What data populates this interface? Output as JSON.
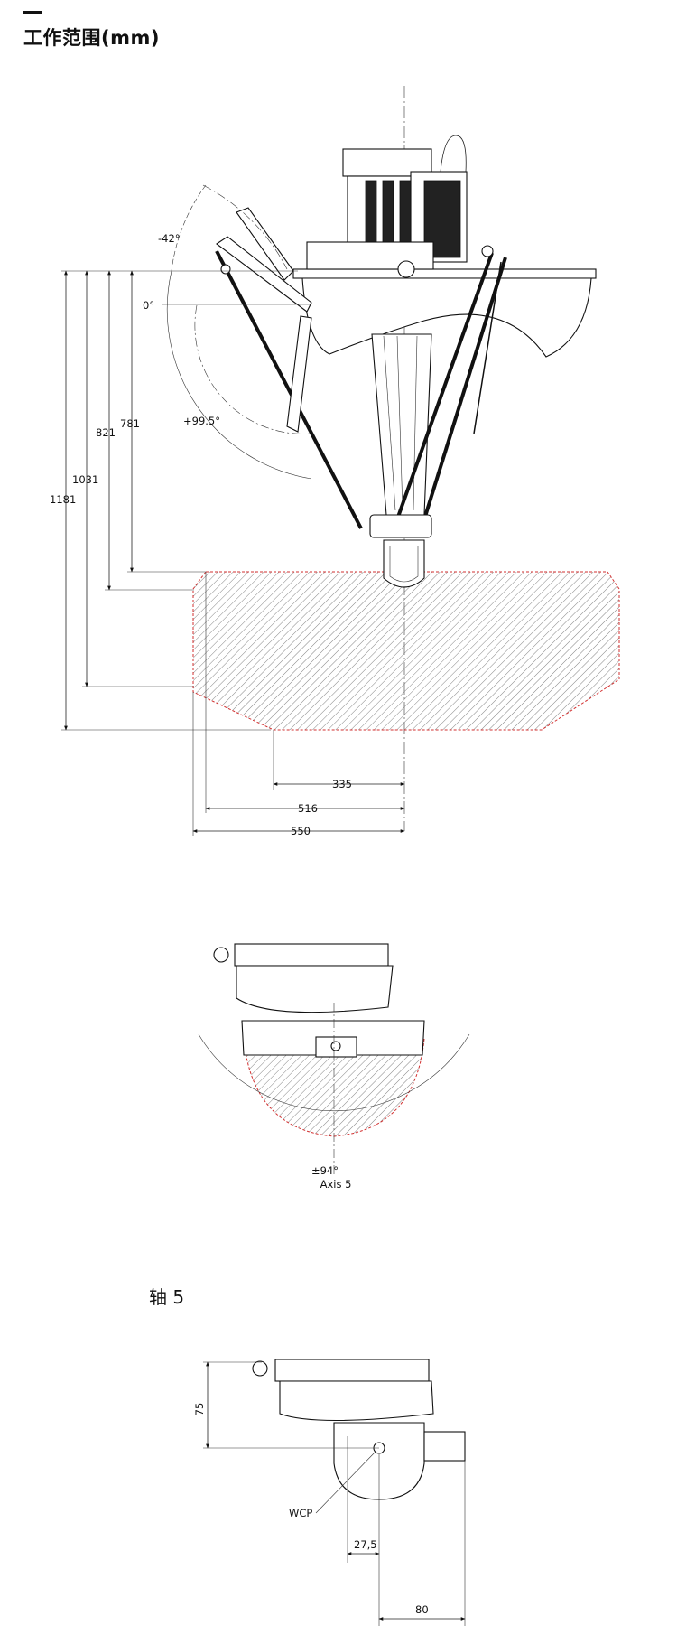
{
  "page": {
    "title": "工作范围(mm)",
    "subtitle": "轴 5"
  },
  "main_view": {
    "angle_top": "-42°",
    "angle_zero": "0°",
    "angle_bottom": "+99.5°",
    "vertical_dims": [
      "1181",
      "1031",
      "821",
      "781"
    ],
    "horizontal_dims": [
      "335",
      "516",
      "550"
    ]
  },
  "top_view": {
    "angle": "±94°",
    "axis_label": "Axis 5"
  },
  "side_view": {
    "height_dim": "75",
    "wcp_label": "WCP",
    "offset_dim": "27,5",
    "reach_dim": "80"
  },
  "colors": {
    "hatch_border": "#d23030",
    "hatch": "#777777",
    "line": "#222222"
  }
}
